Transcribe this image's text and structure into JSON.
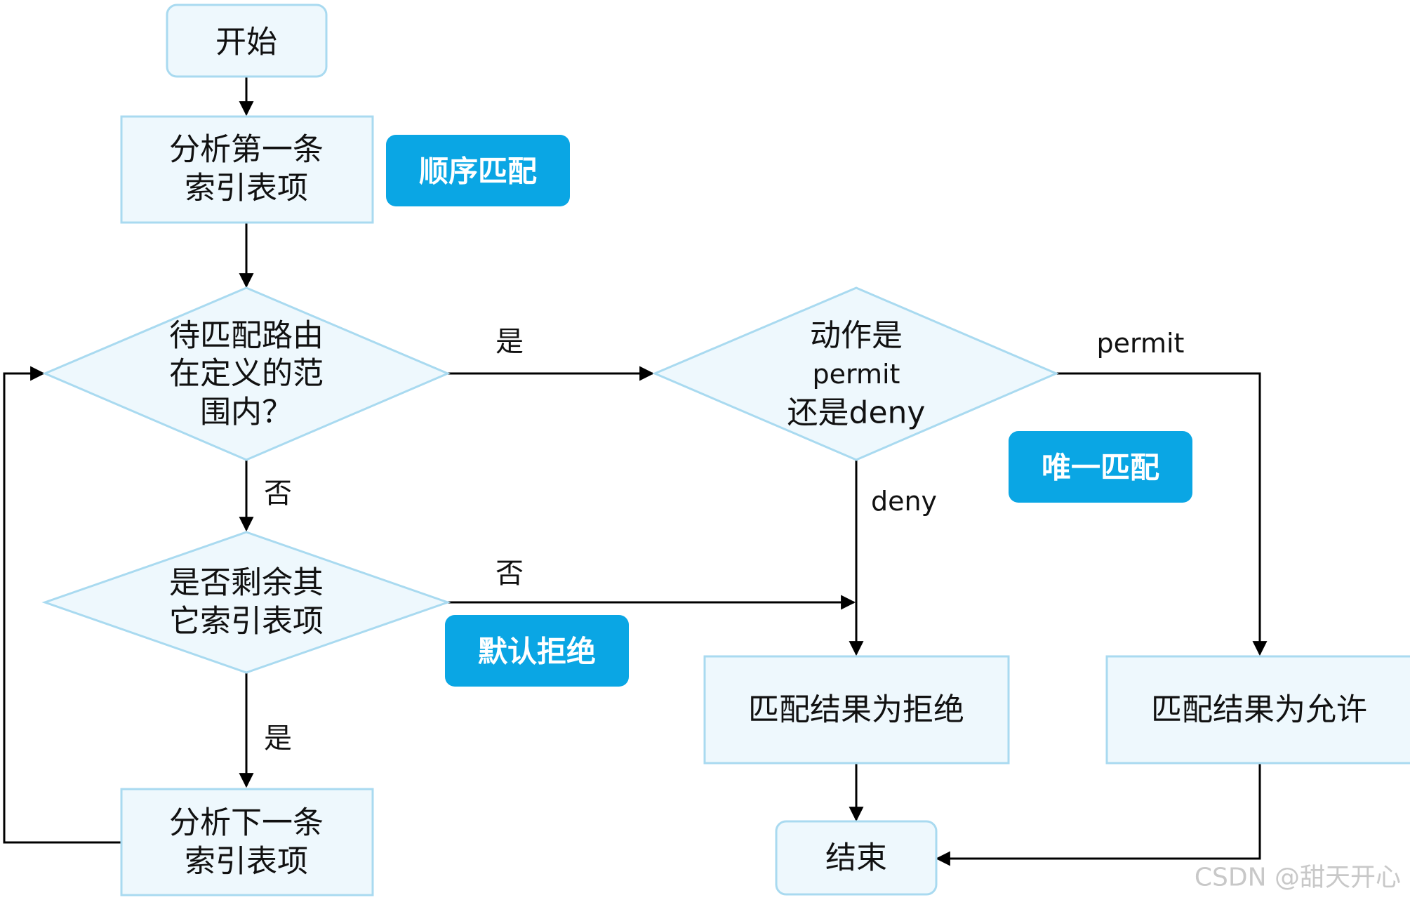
{
  "colors": {
    "node_fill": "#eef8fd",
    "node_stroke": "#a9daf0",
    "badge_fill": "#0aa6e4",
    "line": "#000000"
  },
  "nodes": {
    "start": "开始",
    "analyze_first": [
      "分析第一条",
      "索引表项"
    ],
    "in_range": [
      "待匹配路由",
      "在定义的范",
      "围内？"
    ],
    "action": [
      "动作是",
      "permit",
      "还是deny"
    ],
    "remaining": [
      "是否剩余其",
      "它索引表项"
    ],
    "analyze_next": [
      "分析下一条",
      "索引表项"
    ],
    "result_deny": "匹配结果为拒绝",
    "result_permit": "匹配结果为允许",
    "end": "结束"
  },
  "edges": {
    "in_range_yes": "是",
    "in_range_no": "否",
    "remaining_no": "否",
    "remaining_yes": "是",
    "action_permit": "permit",
    "action_deny": "deny"
  },
  "badges": {
    "sequential": "顺序匹配",
    "unique": "唯一匹配",
    "default_deny": "默认拒绝"
  },
  "watermark": "CSDN @甜天开心"
}
